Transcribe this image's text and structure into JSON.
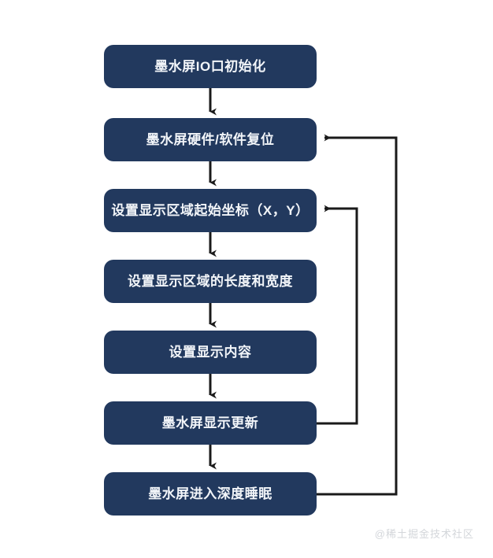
{
  "diagram": {
    "title": "E-Ink Display Driver Flowchart",
    "background_color": "#ffffff",
    "node_color": "#22395e",
    "node_text_color": "#f2f5f9",
    "connector_color": "#1a1a1a",
    "nodes": [
      {
        "id": "init-io",
        "label": "墨水屏IO口初始化"
      },
      {
        "id": "reset",
        "label": "墨水屏硬件/软件复位"
      },
      {
        "id": "set-origin",
        "label": "设置显示区域起始坐标（X，Y）"
      },
      {
        "id": "set-size",
        "label": "设置显示区域的长度和宽度"
      },
      {
        "id": "set-content",
        "label": "设置显示内容"
      },
      {
        "id": "refresh",
        "label": "墨水屏显示更新"
      },
      {
        "id": "deep-sleep",
        "label": "墨水屏进入深度睡眠"
      }
    ],
    "connectors": [
      {
        "id": "init-io-to-reset",
        "from": "init-io",
        "to": "reset",
        "kind": "down-arrow"
      },
      {
        "id": "reset-to-set-origin",
        "from": "reset",
        "to": "set-origin",
        "kind": "down-arrow"
      },
      {
        "id": "set-origin-to-set-size",
        "from": "set-origin",
        "to": "set-size",
        "kind": "down-arrow"
      },
      {
        "id": "set-size-to-set-content",
        "from": "set-size",
        "to": "set-content",
        "kind": "down-arrow"
      },
      {
        "id": "set-content-to-refresh",
        "from": "set-content",
        "to": "refresh",
        "kind": "down-arrow"
      },
      {
        "id": "refresh-to-deep-sleep",
        "from": "refresh",
        "to": "deep-sleep",
        "kind": "down-arrow"
      },
      {
        "id": "refresh-loop-back",
        "from": "refresh",
        "to": "set-origin",
        "kind": "feedback-loop-inner"
      },
      {
        "id": "deep-sleep-loop-back",
        "from": "deep-sleep",
        "to": "reset",
        "kind": "feedback-loop-outer"
      }
    ]
  },
  "watermark": {
    "text": "@稀土掘金技术社区"
  }
}
